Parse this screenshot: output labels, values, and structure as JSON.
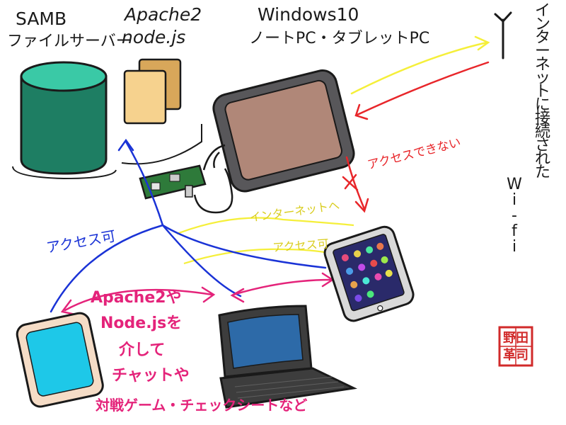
{
  "server": {
    "name_line1": "SAMB",
    "name_line2": "ファイルサーバー",
    "software_line1": "Apache2",
    "software_line2": "node.js"
  },
  "clients": {
    "os_line1": "Windows10",
    "os_line2": "ノートPC・タブレットPC"
  },
  "internet": {
    "vertical_text": [
      "イ",
      "ン",
      "タ",
      "ー",
      "ネ",
      "ッ",
      "ト",
      "に",
      "接",
      "続",
      "さ",
      "れ",
      "た"
    ],
    "wifi_text": [
      "W",
      "i",
      "-",
      "f",
      "i"
    ]
  },
  "links": {
    "no_access": "アクセスできない",
    "internet_access_line1": "インターネットへ",
    "internet_access_line2": "アクセス可",
    "local_access": "アクセス可"
  },
  "local_usage": {
    "line1": "Apache2や",
    "line2": "Node.jsを",
    "line3": "介して",
    "line4": "チャットや",
    "line5": "対戦ゲーム・チェックシートなど"
  },
  "stamp": {
    "text": "野田革司"
  },
  "colors": {
    "yellow_arrow": "#f5ef3a",
    "red_arrow": "#e8262a",
    "blue_arrow": "#1a33d6",
    "pink_arrow": "#e4237a",
    "server_green": "#1e7e63",
    "server_top": "#3ac9a6",
    "tablet_screen": "#b08778",
    "ipad_screen": "#2a2a6a",
    "small_tablet_screen": "#1ec8e8",
    "laptop_screen": "#2d6aa8"
  }
}
